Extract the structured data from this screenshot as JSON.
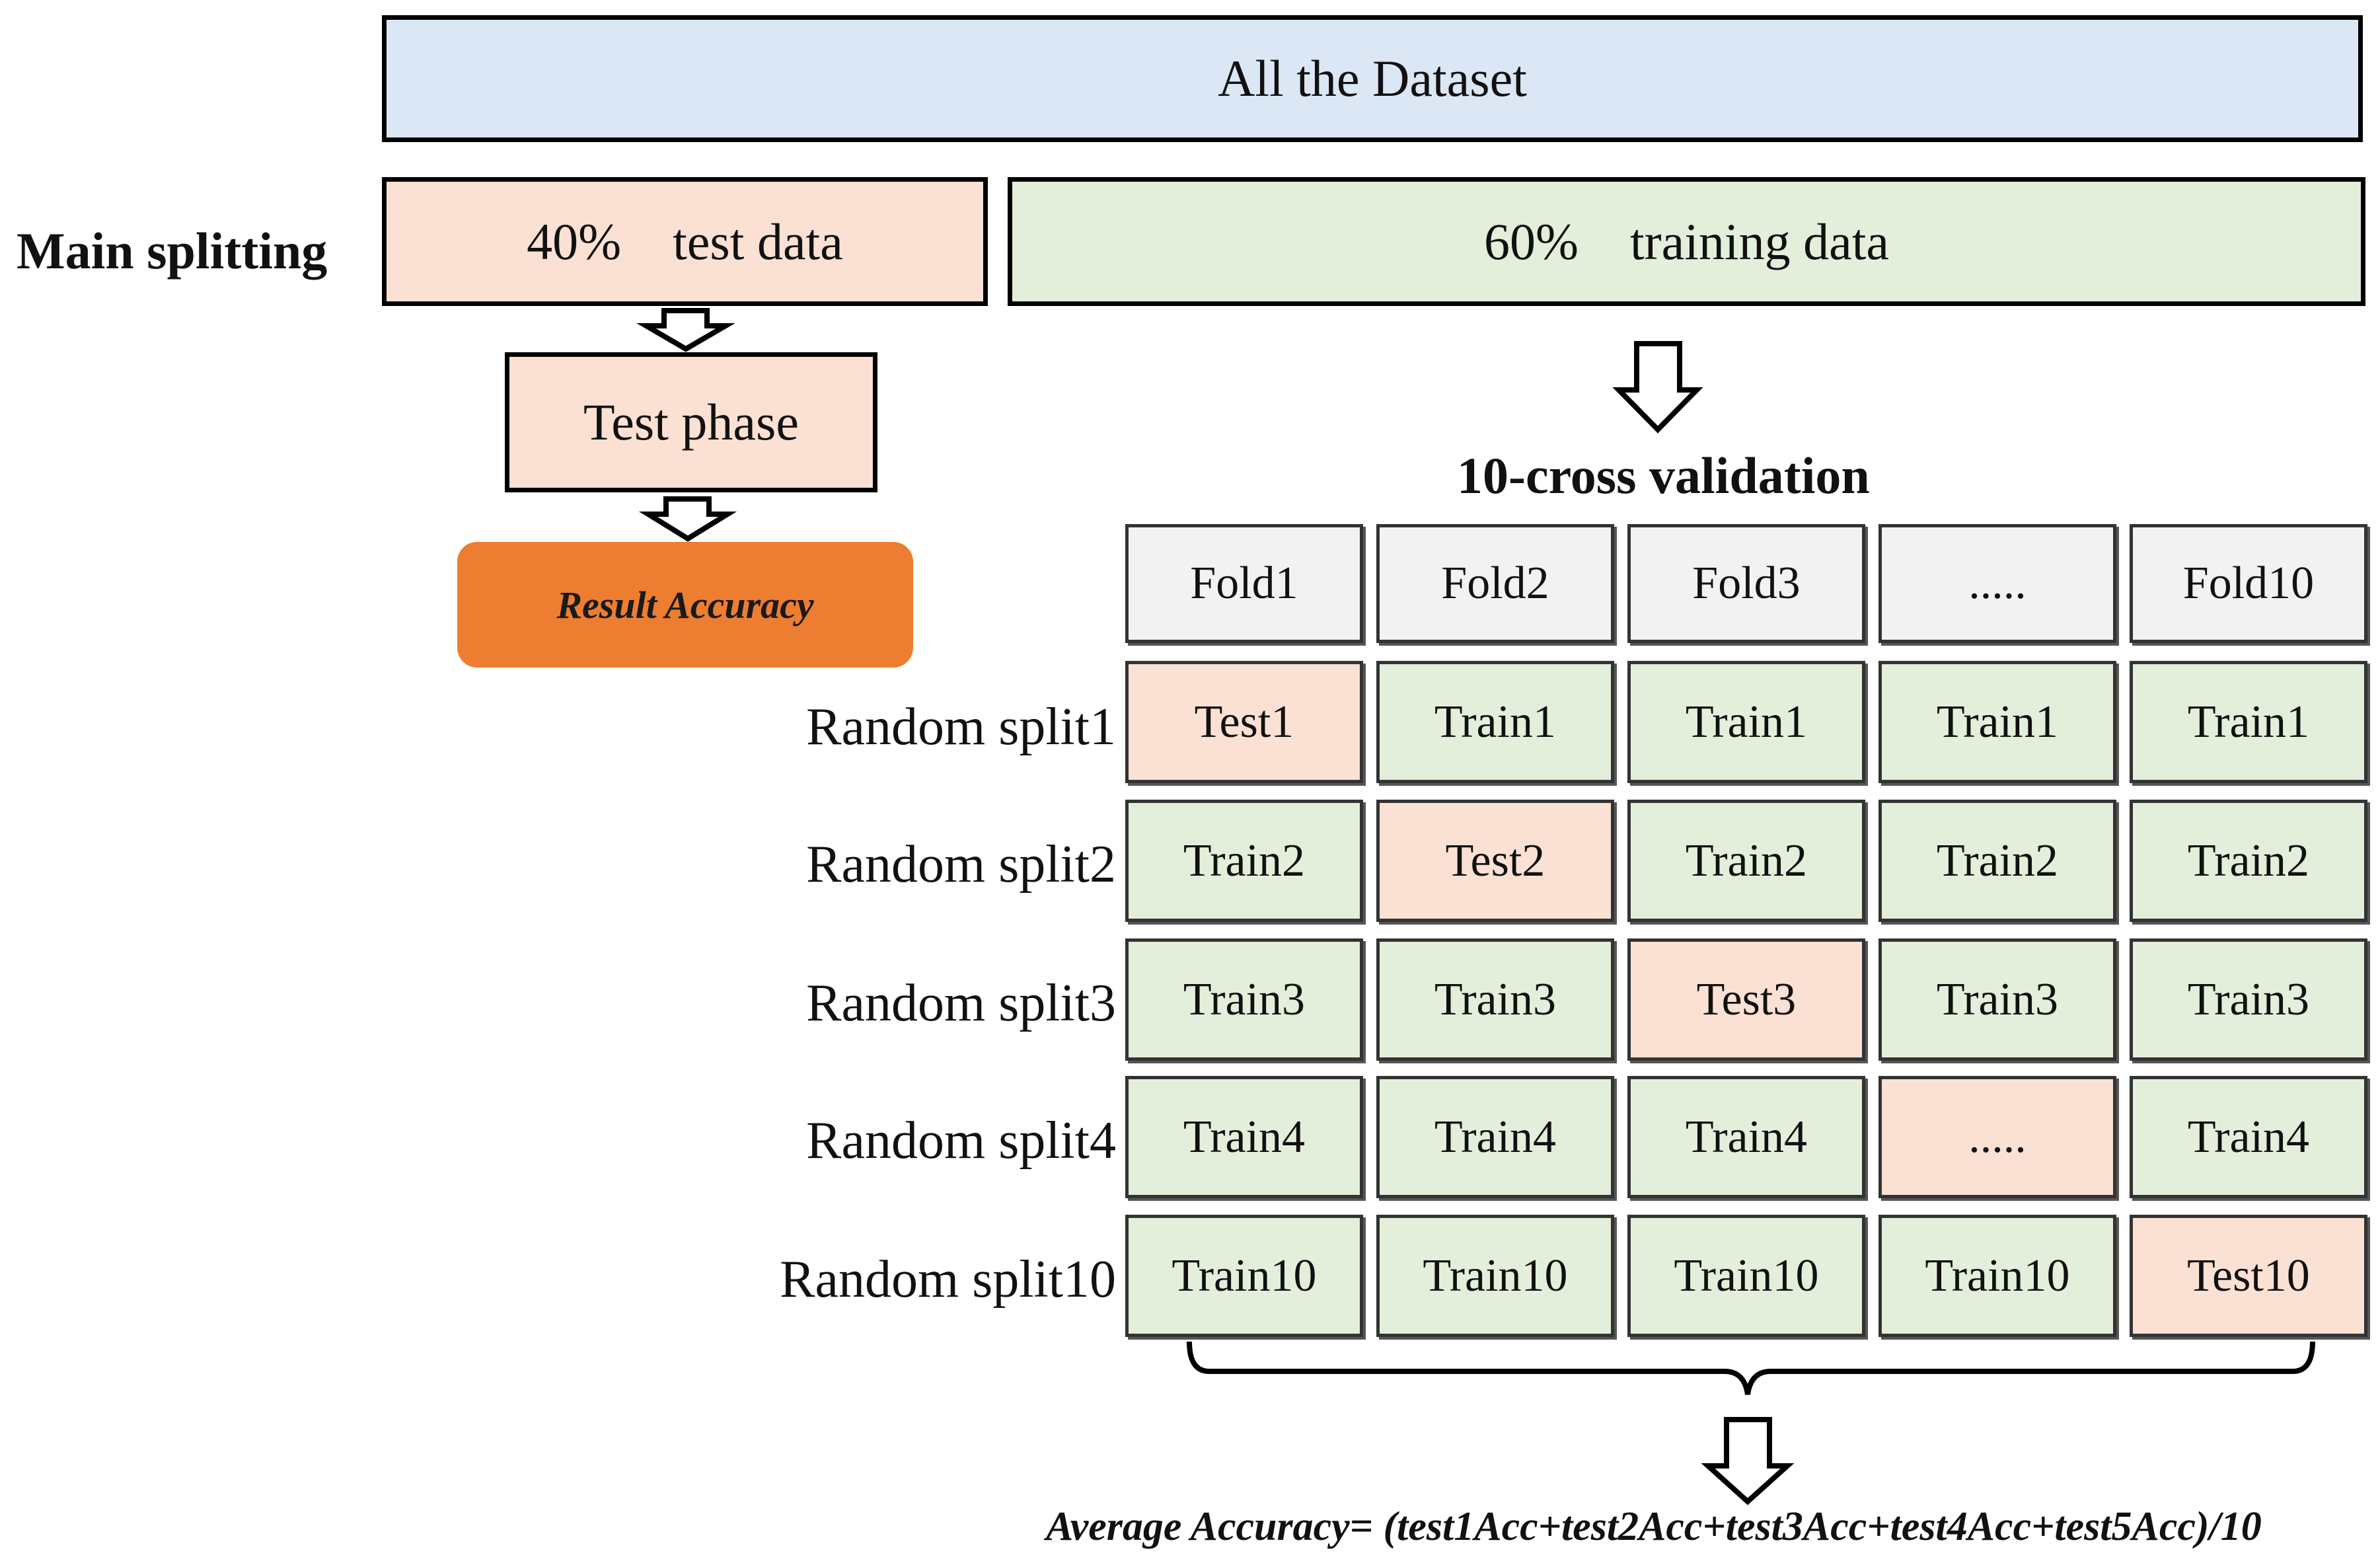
{
  "dataset_label": "All the Dataset",
  "main_split_label": "Main splitting",
  "test_split": {
    "percent": "40%",
    "label": "test data"
  },
  "train_split": {
    "percent": "60%",
    "label": "training data"
  },
  "test_phase_label": "Test phase",
  "result_label": "Result Accuracy",
  "cv_label": "10-cross validation",
  "fold_headers": [
    "Fold1",
    "Fold2",
    "Fold3",
    ".....",
    "Fold10"
  ],
  "rows": [
    {
      "label": "Random split1",
      "cells": [
        "Test1",
        "Train1",
        "Train1",
        "Train1",
        "Train1"
      ],
      "test_index": 0
    },
    {
      "label": "Random split2",
      "cells": [
        "Train2",
        "Test2",
        "Train2",
        "Train2",
        "Train2"
      ],
      "test_index": 1
    },
    {
      "label": "Random split3",
      "cells": [
        "Train3",
        "Train3",
        "Test3",
        "Train3",
        "Train3"
      ],
      "test_index": 2
    },
    {
      "label": "Random split4",
      "cells": [
        "Train4",
        "Train4",
        "Train4",
        ".....",
        "Train4"
      ],
      "test_index": 3
    },
    {
      "label": "Random split10",
      "cells": [
        "Train10",
        "Train10",
        "Train10",
        "Train10",
        "Test10"
      ],
      "test_index": 4
    }
  ],
  "average_formula": "Average Accuracy= (test1Acc+test2Acc+test3Acc+test4Acc+test5Acc)/10",
  "colors": {
    "dataset_fill": "#dbe7f4",
    "test_fill": "#fbe1d3",
    "train_fill": "#e3efda",
    "header_fill": "#f2f2f2",
    "result_fill": "#ed7d31"
  }
}
